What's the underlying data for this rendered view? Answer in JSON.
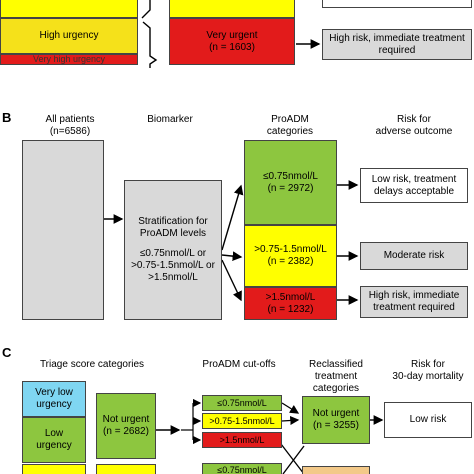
{
  "panel_a": {
    "high_urgency": "High urgency",
    "very_high_urgency": "Very high urgency",
    "very_urgent": "Very urgent",
    "very_urgent_n": "(n = 1603)",
    "outcome_high": "High risk, immediate treatment\nrequired"
  },
  "panel_b": {
    "letter": "B",
    "col_all": "All patients\n(n=6586)",
    "col_biomarker": "Biomarker",
    "col_proadm": "ProADM\ncategories",
    "col_risk": "Risk for\nadverse outcome",
    "stratification_title": "Stratification for\nProADM levels",
    "stratification_levels": "≤0.75nmol/L or\n>0.75-1.5nmol/L or\n>1.5nmol/L",
    "cat_low": "≤0.75nmol/L\n(n = 2972)",
    "cat_mid": ">0.75-1.5nmol/L\n(n = 2382)",
    "cat_high": ">1.5nmol/L\n(n = 1232)",
    "risk_low": "Low risk, treatment\ndelays acceptable",
    "risk_mod": "Moderate risk",
    "risk_high": "High risk, immediate\ntreatment required"
  },
  "panel_c": {
    "letter": "C",
    "col_triage": "Triage score categories",
    "col_cutoffs": "ProADM cut-offs",
    "col_reclassified": "Reclassified\ntreatment\ncategories",
    "col_risk": "Risk for\n30-day mortality",
    "very_low_urgency": "Very low\nurgency",
    "low_urgency": "Low\nurgency",
    "not_urgent": "Not urgent\n(n = 2682)",
    "cut_low": "≤0.75nmol/L",
    "cut_mid": ">0.75-1.5nmol/L",
    "cut_high": ">1.5nmol/L",
    "cut_low_2": "≤0.75nmol/L",
    "reclass_not_urgent": "Not urgent\n(n = 3255)",
    "risk_low": "Low risk"
  },
  "colors": {
    "green": "#8dc63f",
    "yellow": "#ffff00",
    "gold": "#f5e11a",
    "red": "#e21b1b",
    "cyan": "#7fd6f2",
    "gray": "#d9d9d9"
  }
}
